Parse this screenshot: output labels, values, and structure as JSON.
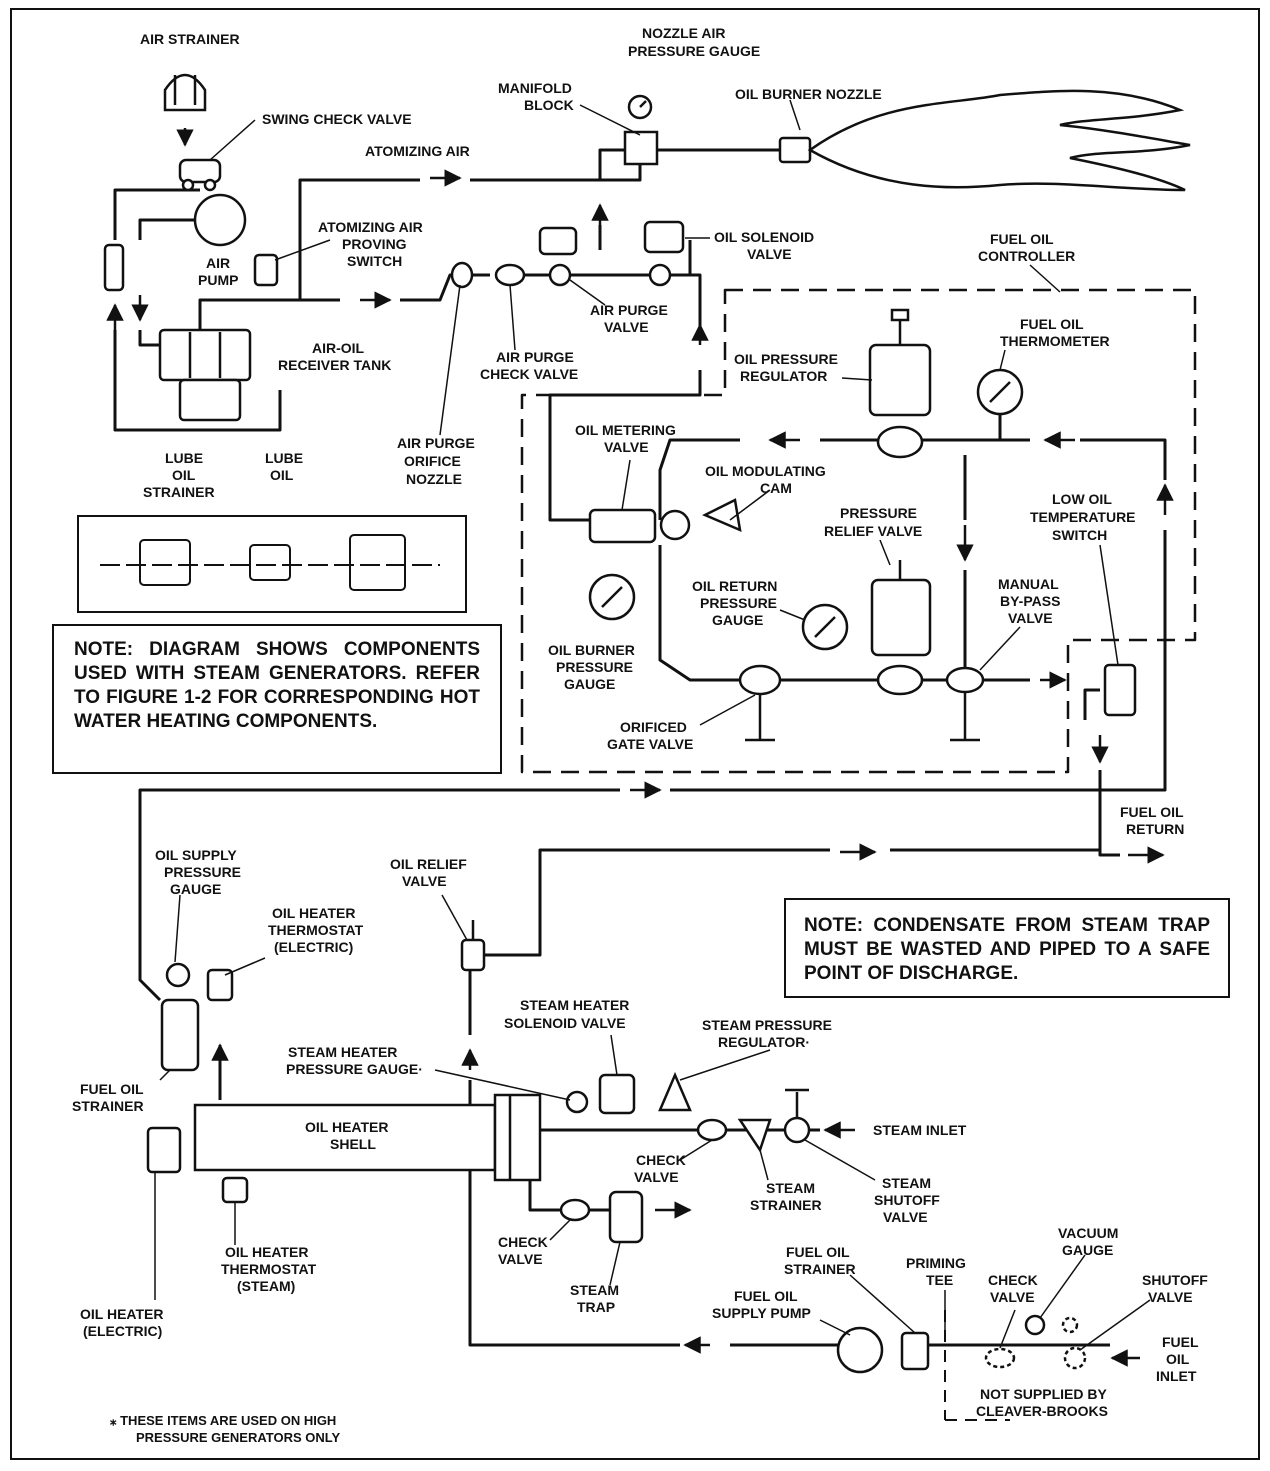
{
  "labels": {
    "air_strainer": "AIR STRAINER",
    "swing_check_valve": "SWING CHECK VALVE",
    "nozzle_air_gauge_1": "NOZZLE AIR",
    "nozzle_air_gauge_2": "PRESSURE GAUGE",
    "manifold_1": "MANIFOLD",
    "manifold_2": "BLOCK",
    "oil_burner_nozzle": "OIL BURNER NOZZLE",
    "atomizing_air": "ATOMIZING AIR",
    "air_pump_1": "AIR",
    "air_pump_2": "PUMP",
    "atomizing_switch_1": "ATOMIZING AIR",
    "atomizing_switch_2": "PROVING",
    "atomizing_switch_3": "SWITCH",
    "oil_solenoid_1": "OIL SOLENOID",
    "oil_solenoid_2": "VALVE",
    "fuel_oil_controller_1": "FUEL OIL",
    "fuel_oil_controller_2": "CONTROLLER",
    "air_purge_valve_1": "AIR PURGE",
    "air_purge_valve_2": "VALVE",
    "air_oil_tank_1": "AIR-OIL",
    "air_oil_tank_2": "RECEIVER TANK",
    "air_purge_check_1": "AIR PURGE",
    "air_purge_check_2": "CHECK VALVE",
    "oil_pressure_regulator_1": "OIL PRESSURE",
    "oil_pressure_regulator_2": "REGULATOR",
    "fuel_oil_thermometer_1": "FUEL OIL",
    "fuel_oil_thermometer_2": "THERMOMETER",
    "oil_metering_1": "OIL METERING",
    "oil_metering_2": "VALVE",
    "oil_modulating_1": "OIL MODULATING",
    "oil_modulating_2": "CAM",
    "air_purge_orifice_1": "AIR PURGE",
    "air_purge_orifice_2": "ORIFICE",
    "air_purge_orifice_3": "NOZZLE",
    "lube_oil_strainer_1": "LUBE",
    "lube_oil_strainer_2": "OIL",
    "lube_oil_strainer_3": "STRAINER",
    "lube_oil_1": "LUBE",
    "lube_oil_2": "OIL",
    "low_oil_temp_1": "LOW OIL",
    "low_oil_temp_2": "TEMPERATURE",
    "low_oil_temp_3": "SWITCH",
    "pressure_relief_1": "PRESSURE",
    "pressure_relief_2": "RELIEF VALVE",
    "oil_return_gauge_1": "OIL RETURN",
    "oil_return_gauge_2": "PRESSURE",
    "oil_return_gauge_3": "GAUGE",
    "manual_bypass_1": "MANUAL",
    "manual_bypass_2": "BY-PASS",
    "manual_bypass_3": "VALVE",
    "oil_burner_gauge_1": "OIL BURNER",
    "oil_burner_gauge_2": "PRESSURE",
    "oil_burner_gauge_3": "GAUGE",
    "orificed_gate_1": "ORIFICED",
    "orificed_gate_2": "GATE VALVE",
    "fuel_oil_return_1": "FUEL OIL",
    "fuel_oil_return_2": "RETURN",
    "oil_supply_gauge_1": "OIL SUPPLY",
    "oil_supply_gauge_2": "PRESSURE",
    "oil_supply_gauge_3": "GAUGE",
    "oil_relief_1": "OIL RELIEF",
    "oil_relief_2": "VALVE",
    "oil_heater_thermostat_e_1": "OIL HEATER",
    "oil_heater_thermostat_e_2": "THERMOSTAT",
    "oil_heater_thermostat_e_3": "(ELECTRIC)",
    "steam_heater_solenoid_1": "STEAM HEATER",
    "steam_heater_solenoid_2": "SOLENOID VALVE",
    "steam_pressure_regulator_1": "STEAM PRESSURE",
    "steam_pressure_regulator_2": "REGULATOR·",
    "steam_heater_gauge_1": "STEAM HEATER",
    "steam_heater_gauge_2": "PRESSURE GAUGE·",
    "fuel_oil_strainer_1": "FUEL OIL",
    "fuel_oil_strainer_2": "STRAINER",
    "oil_heater_shell_1": "OIL HEATER",
    "oil_heater_shell_2": "SHELL",
    "steam_inlet": "STEAM INLET",
    "check_valve_1a": "CHECK",
    "check_valve_1b": "VALVE",
    "steam_strainer_1": "STEAM",
    "steam_strainer_2": "STRAINER",
    "steam_shutoff_1": "STEAM",
    "steam_shutoff_2": "SHUTOFF",
    "steam_shutoff_3": "VALVE",
    "oil_heater_thermostat_s_1": "OIL HEATER",
    "oil_heater_thermostat_s_2": "THERMOSTAT",
    "oil_heater_thermostat_s_3": "(STEAM)",
    "check_valve_2a": "CHECK",
    "check_valve_2b": "VALVE",
    "steam_trap_1": "STEAM",
    "steam_trap_2": "TRAP",
    "oil_heater_electric_1": "OIL HEATER",
    "oil_heater_electric_2": "(ELECTRIC)",
    "fuel_oil_strainer_b_1": "FUEL OIL",
    "fuel_oil_strainer_b_2": "STRAINER",
    "priming_tee_1": "PRIMING",
    "priming_tee_2": "TEE",
    "vacuum_gauge_1": "VACUUM",
    "vacuum_gauge_2": "GAUGE",
    "check_valve_3a": "CHECK",
    "check_valve_3b": "VALVE",
    "shutoff_valve_1": "SHUTOFF",
    "shutoff_valve_2": "VALVE",
    "fuel_oil_supply_pump_1": "FUEL OIL",
    "fuel_oil_supply_pump_2": "SUPPLY PUMP",
    "fuel_oil_inlet_1": "FUEL",
    "fuel_oil_inlet_2": "OIL",
    "fuel_oil_inlet_3": "INLET",
    "not_supplied_1": "NOT SUPPLIED BY",
    "not_supplied_2": "CLEAVER-BROOKS"
  },
  "notes": {
    "note1": "NOTE: DIAGRAM SHOWS COMPONENTS USED WITH STEAM GENERATORS. REFER TO FIGURE 1-2 FOR CORRESPONDING HOT WATER HEATING COMPONENTS.",
    "note2": "NOTE: CONDENSATE FROM STEAM TRAP MUST BE WASTED AND PIPED TO A SAFE POINT OF DISCHARGE.",
    "footnote_1": "⁎ THESE ITEMS ARE USED ON HIGH",
    "footnote_2": "PRESSURE GENERATORS ONLY"
  }
}
